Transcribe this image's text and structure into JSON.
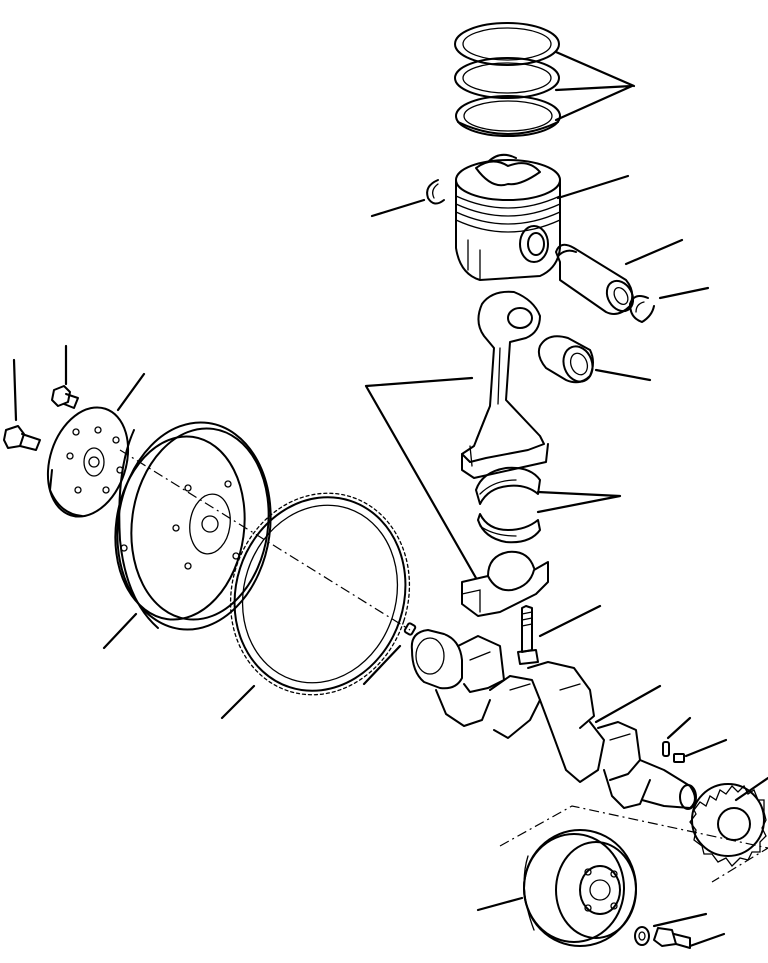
{
  "diagram": {
    "type": "exploded-parts-view",
    "parts": [
      "piston-rings",
      "piston",
      "piston-pin-snap-ring-left",
      "piston-pin",
      "piston-pin-snap-ring-right",
      "connecting-rod-bushing",
      "connecting-rod-assembly",
      "connecting-rod-bearings",
      "connecting-rod-cap",
      "connecting-rod-bolt",
      "crankshaft",
      "woodruff-key",
      "dowel-pin",
      "crankshaft-gear",
      "crankshaft-pulley",
      "washer",
      "pulley-bolt",
      "flywheel",
      "ring-gear",
      "flywheel-dowel-pin",
      "flywheel-plate",
      "flywheel-bolt-long",
      "flywheel-bolt-short"
    ],
    "colors": {
      "line": "#000000",
      "background": "#ffffff"
    }
  }
}
